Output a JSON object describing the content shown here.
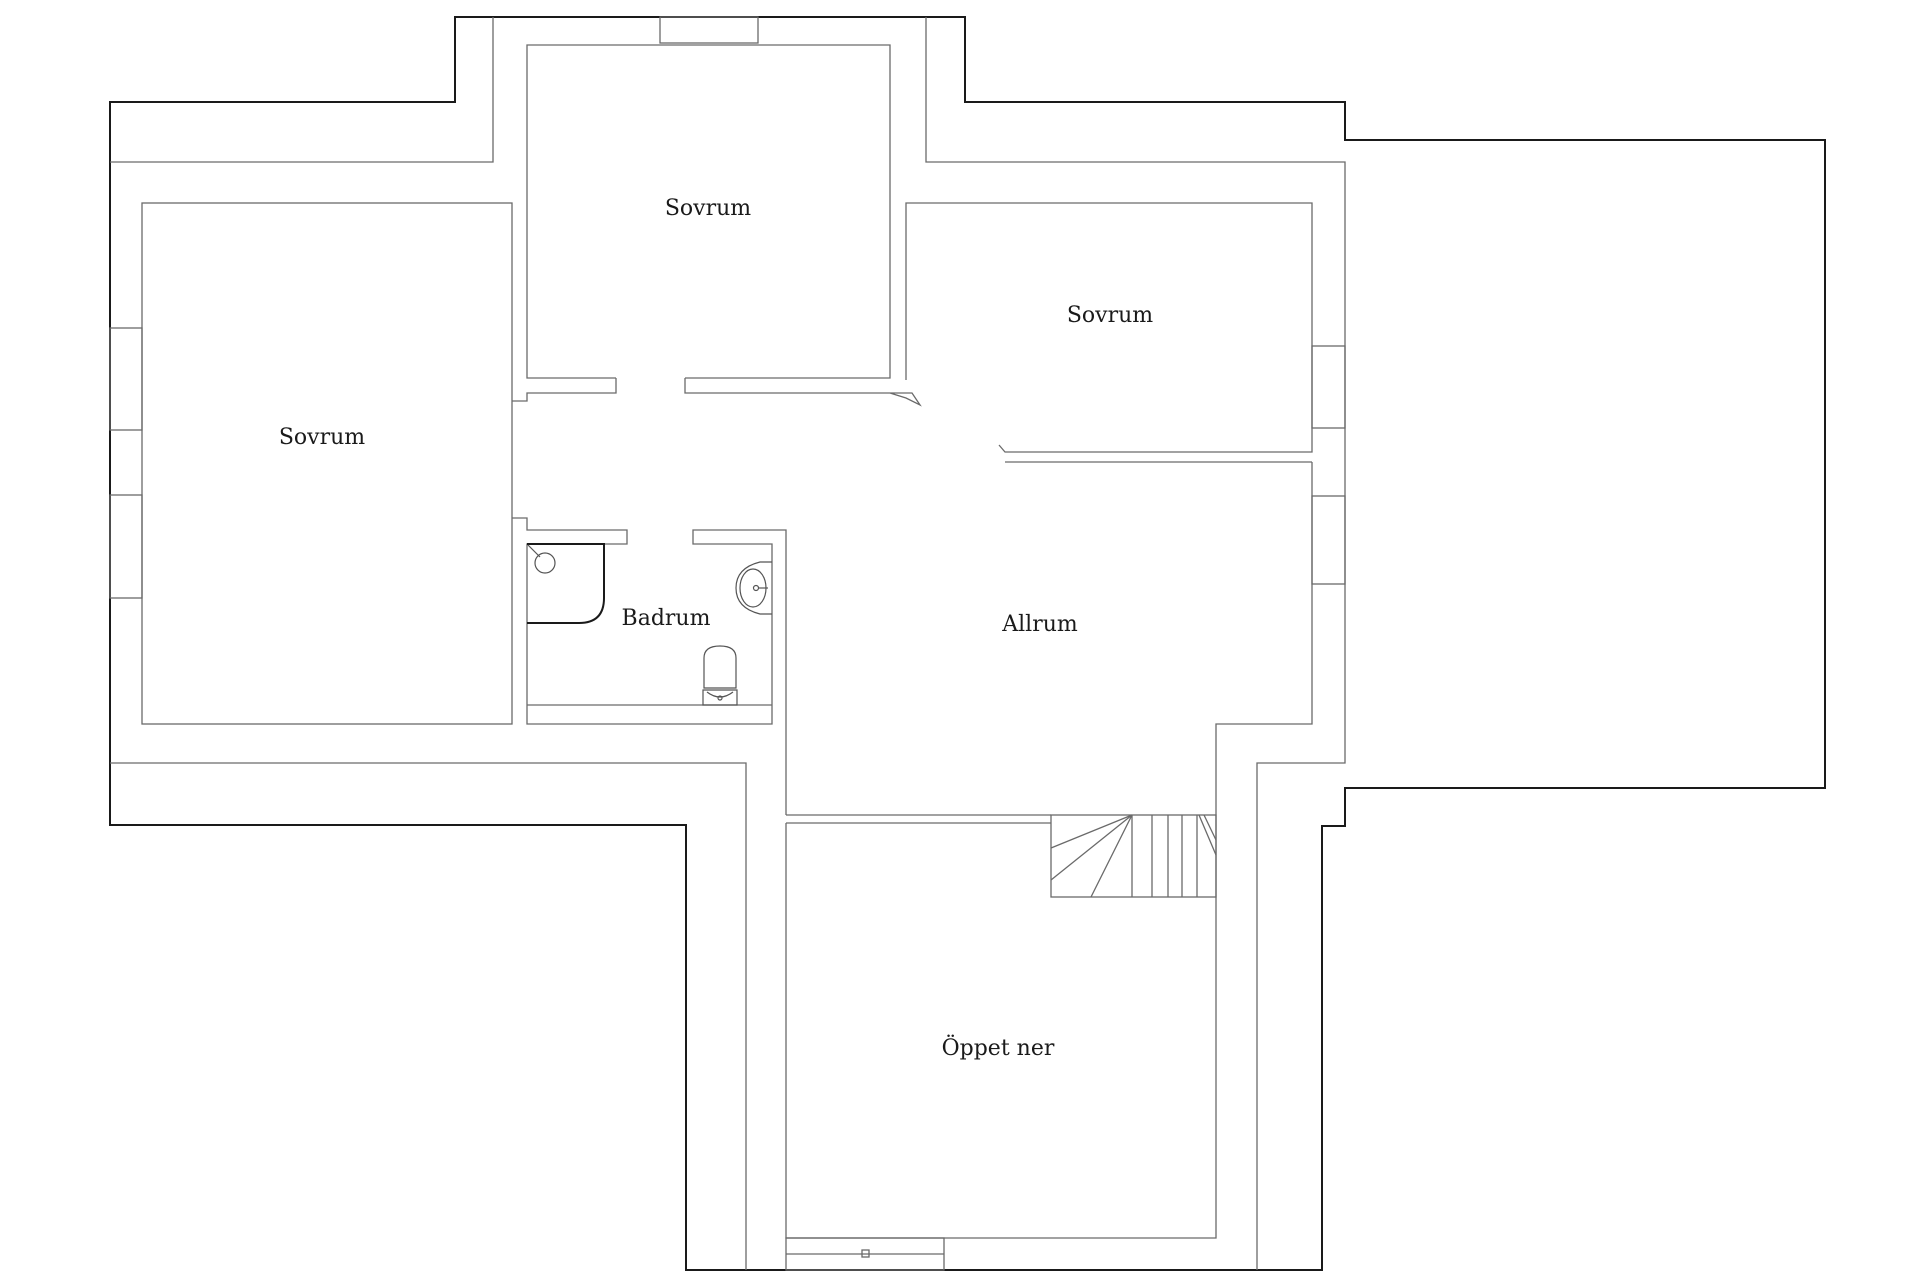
{
  "rooms": [
    {
      "id": "sovrum-west",
      "label": "Sovrum"
    },
    {
      "id": "sovrum-north",
      "label": "Sovrum"
    },
    {
      "id": "sovrum-east",
      "label": "Sovrum"
    },
    {
      "id": "badrum",
      "label": "Badrum"
    },
    {
      "id": "allrum",
      "label": "Allrum"
    },
    {
      "id": "oppet-ner",
      "label": "Öppet ner"
    }
  ]
}
